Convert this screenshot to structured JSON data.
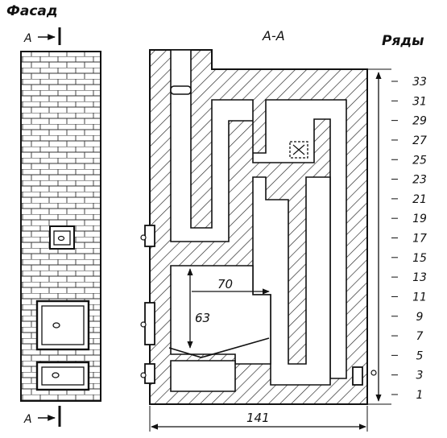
{
  "facade": {
    "title": "Фасад",
    "cut_top": "A",
    "cut_bottom": "A"
  },
  "section": {
    "title": "А-А"
  },
  "rows": {
    "title": "Ряды",
    "ticks": [
      "33",
      "31",
      "29",
      "27",
      "25",
      "23",
      "21",
      "19",
      "17",
      "15",
      "13",
      "11",
      "9",
      "7",
      "5",
      "3",
      "1"
    ]
  },
  "dimensions": {
    "width": "141",
    "firebox_height": "63",
    "firebox_depth": "70"
  }
}
